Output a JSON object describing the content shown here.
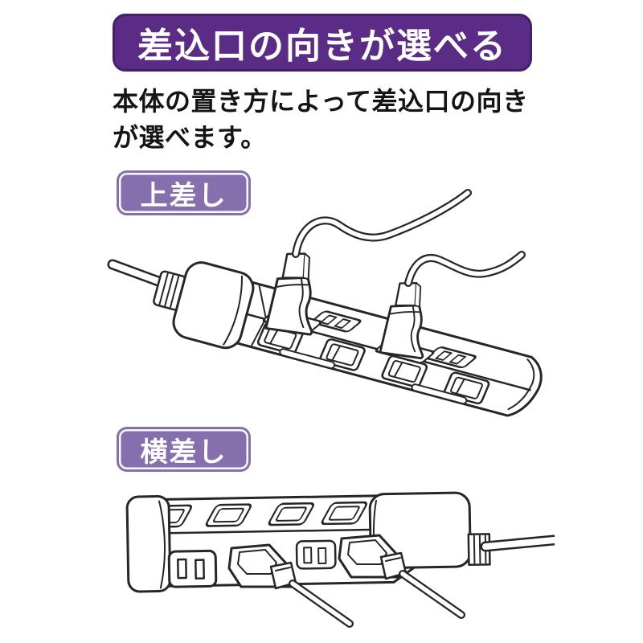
{
  "header": {
    "title": "差込口の向きが選べる",
    "bg_color": "#5b2c86",
    "border_color": "#44206a",
    "text_color": "#ffffff"
  },
  "description": {
    "line1": "本体の置き方によって差込口の向き",
    "line2": "が選べます。"
  },
  "sections": [
    {
      "id": "top-insert",
      "label": "上差し",
      "illustration": "power-strip-with-plugs-inserted-from-top"
    },
    {
      "id": "side-insert",
      "label": "横差し",
      "illustration": "power-strip-with-plugs-inserted-from-side"
    }
  ],
  "colors": {
    "section_label_bg": "#8570ad",
    "line_art": "#262626",
    "page_bg": "#ffffff"
  }
}
